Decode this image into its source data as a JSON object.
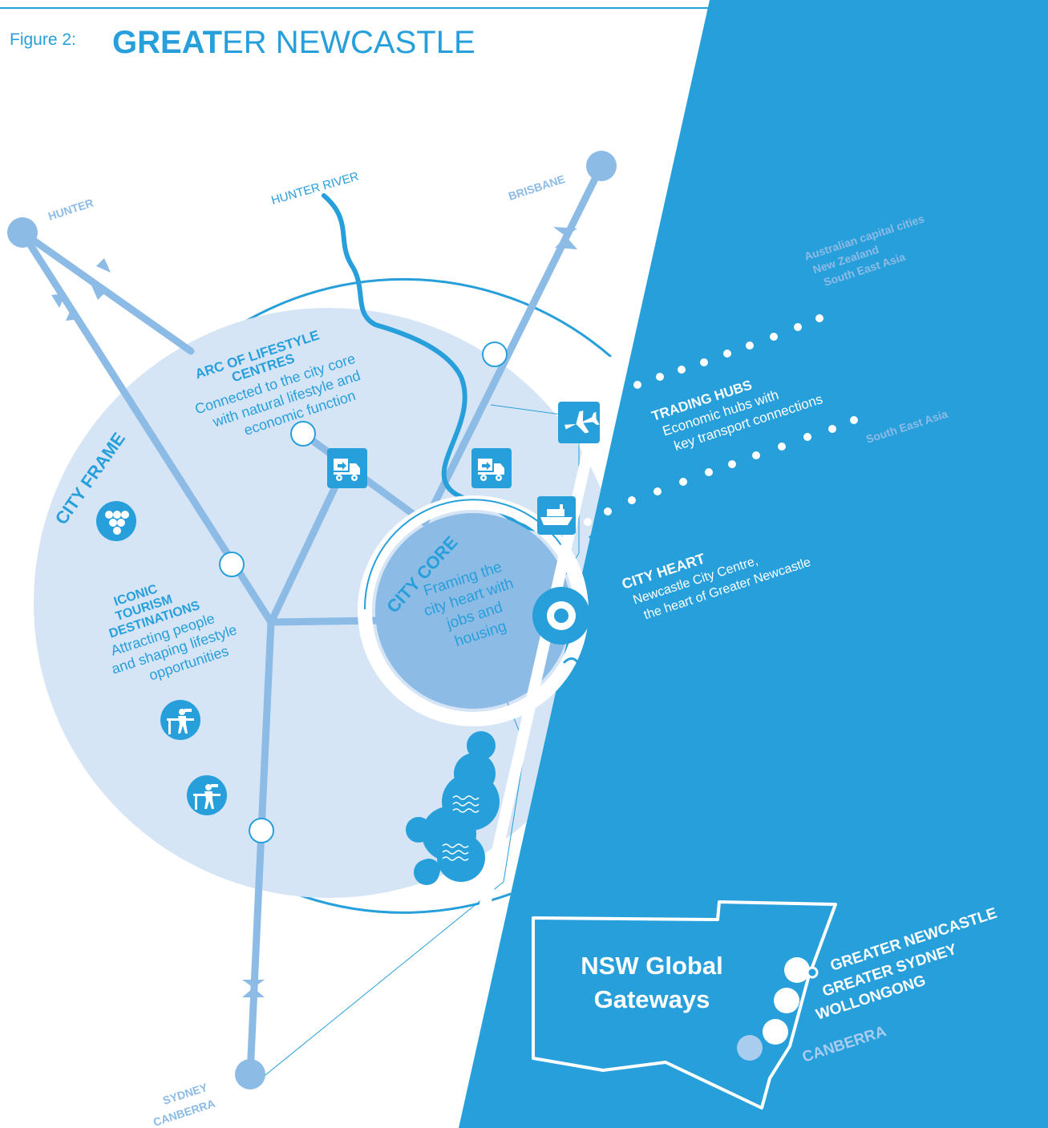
{
  "figure": {
    "number_label": "Figure 2:",
    "title_bold": "GREAT",
    "title_light": "ER NEWCASTLE"
  },
  "colors": {
    "ocean": "#279fdb",
    "light_blue": "#8cbbe6",
    "pale_fill": "#d6e5f6",
    "core_fill": "#8cbbe6",
    "line_blue": "#279fdb",
    "header_rule": "#279fdb",
    "canberra_dot": "#a9cdef"
  },
  "destinations": {
    "hunter": "HUNTER",
    "hunter_river": "HUNTER RIVER",
    "brisbane": "BRISBANE",
    "sydney": "SYDNEY",
    "canberra": "CANBERRA",
    "international": [
      "Australian capital cities",
      "New Zealand",
      "South East Asia"
    ],
    "south_east_asia": "South East Asia"
  },
  "zones": {
    "city_frame": "CITY FRAME",
    "city_core": "CITY CORE",
    "city_core_desc": [
      "Framing the",
      "city heart with",
      "jobs and",
      "housing"
    ],
    "arc_title": [
      "ARC OF LIFESTYLE",
      "CENTRES"
    ],
    "arc_desc": [
      "Connected to the city core",
      "with natural lifestyle and",
      "economic function"
    ],
    "tourism_title": [
      "ICONIC",
      "TOURISM",
      "DESTINATIONS"
    ],
    "tourism_desc": [
      "Attracting people",
      "and shaping lifestyle",
      "opportunities"
    ],
    "trading_title": "TRADING HUBS",
    "trading_desc": [
      "Economic hubs with",
      "key transport connections"
    ],
    "heart_title": "CITY HEART",
    "heart_desc": [
      "Newcastle City Centre,",
      "the heart of Greater Newcastle"
    ]
  },
  "icons": [
    "truck-icon",
    "truck-icon",
    "airplane-icon",
    "ship-icon",
    "grapes-icon",
    "sightseer-icon",
    "sightseer-icon",
    "lake-icon",
    "wave-icon"
  ],
  "inset": {
    "title": [
      "NSW Global",
      "Gateways"
    ],
    "labels": [
      "GREATER NEWCASTLE",
      "GREATER SYDNEY",
      "WOLLONGONG",
      "CANBERRA"
    ]
  }
}
